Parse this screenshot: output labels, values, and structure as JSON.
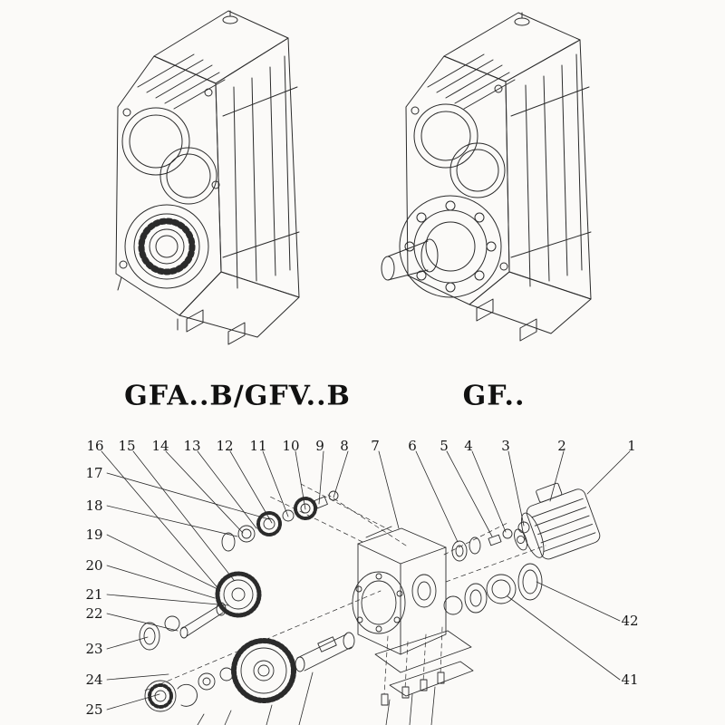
{
  "page": {
    "left_model_label": "GFA..B/GFV..B",
    "right_model_label": "GF.."
  },
  "exploded": {
    "top_numbers": [
      "16",
      "15",
      "14",
      "13",
      "12",
      "11",
      "10",
      "9",
      "8",
      "7",
      "6",
      "5",
      "4",
      "3",
      "2",
      "1"
    ],
    "left_numbers": [
      "17",
      "18",
      "19",
      "20",
      "21",
      "22",
      "23",
      "24",
      "25"
    ],
    "right_numbers": [
      "42",
      "41"
    ]
  },
  "colors": {
    "line": "#2b2b2b",
    "paper": "#fbfaf8"
  }
}
